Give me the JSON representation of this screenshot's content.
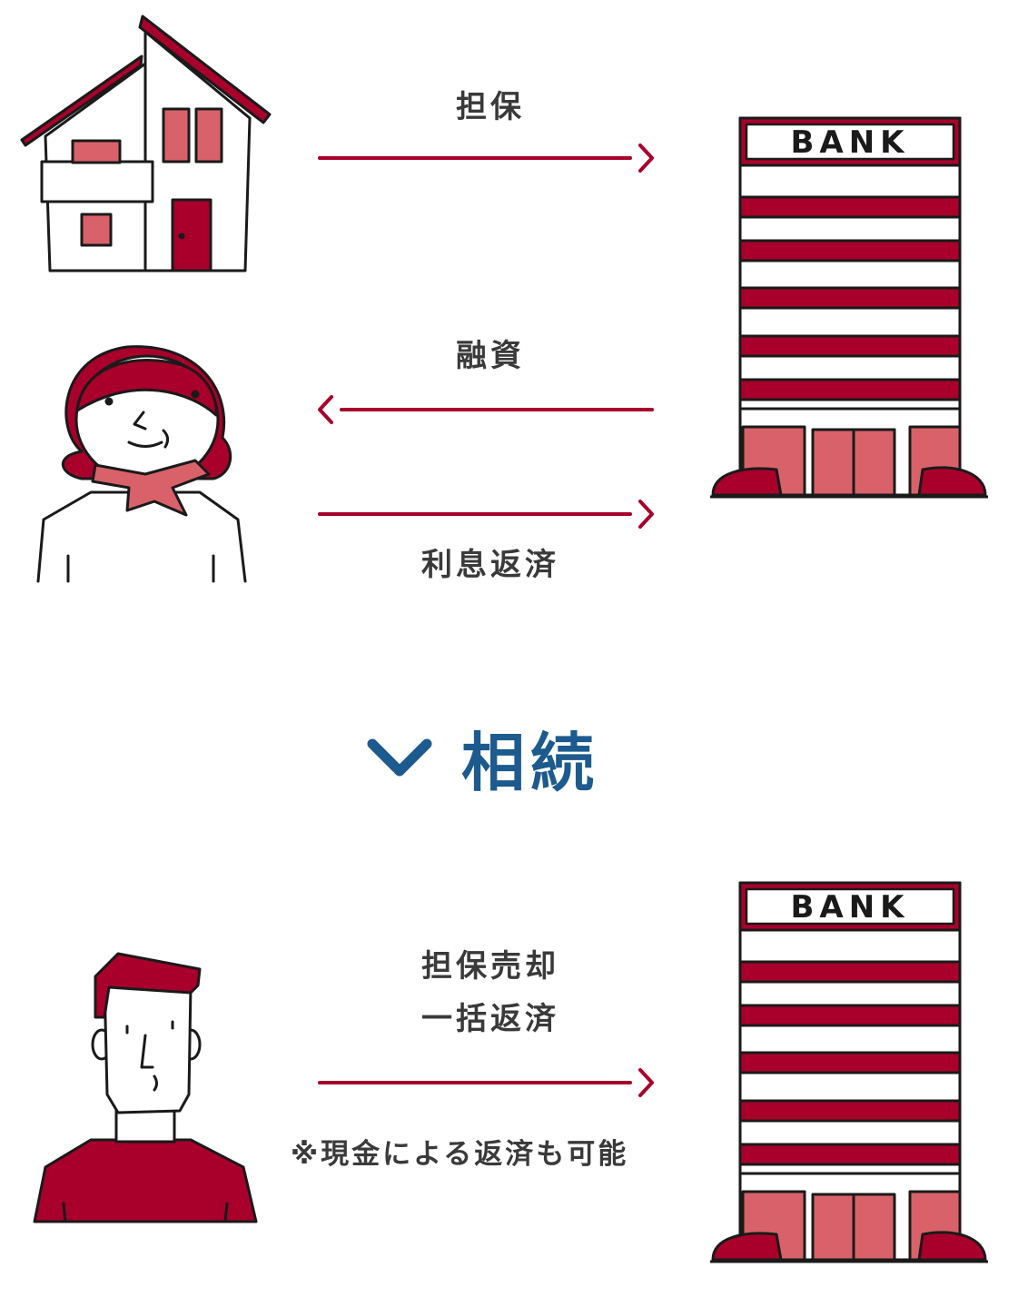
{
  "colors": {
    "accent": "#a8002a",
    "accent_light": "#d9616a",
    "ink": "#1a1a1a",
    "text": "#3a3a3a",
    "blue": "#1d5a8e"
  },
  "labels": {
    "collateral": "担保",
    "loan": "融資",
    "interest_repayment": "利息返済",
    "inheritance": "相続",
    "collateral_sale": "担保売却",
    "lump_sum_repayment": "一括返済",
    "cash_note": "※現金による返済も可能"
  },
  "bank": {
    "sign_text": "BANK"
  },
  "icons": [
    "house-icon",
    "elderly-woman-icon",
    "bank-building-icon",
    "young-man-icon",
    "chevron-down-icon"
  ]
}
